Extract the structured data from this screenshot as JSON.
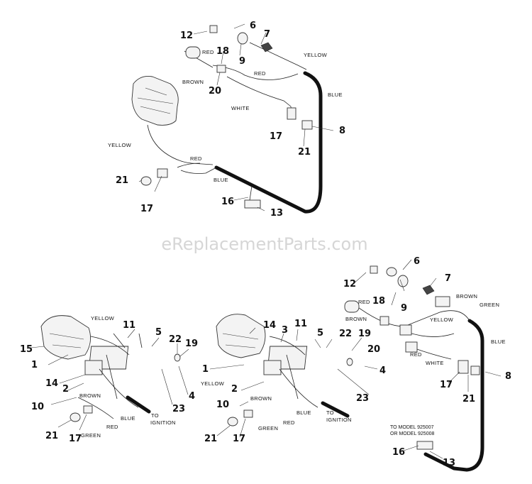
{
  "watermark": "eReplacementParts.com",
  "top_view": {
    "callouts": [
      "12",
      "6",
      "7",
      "9",
      "18",
      "20",
      "8",
      "17",
      "21",
      "21",
      "17",
      "16",
      "13"
    ],
    "wire_labels": [
      "RED",
      "BROWN",
      "YELLOW",
      "RED",
      "BLUE",
      "WHITE",
      "YELLOW",
      "RED",
      "BLUE"
    ]
  },
  "left_view": {
    "callouts": [
      "15",
      "1",
      "11",
      "5",
      "22",
      "19",
      "14",
      "2",
      "4",
      "23",
      "10",
      "21",
      "17"
    ],
    "wire_labels": [
      "YELLOW",
      "BROWN",
      "BLUE",
      "RED",
      "GREEN",
      "TO",
      "IGNITION"
    ]
  },
  "right_view": {
    "callouts": [
      "6",
      "12",
      "7",
      "18",
      "9",
      "14",
      "3",
      "11",
      "5",
      "22",
      "19",
      "20",
      "1",
      "4",
      "2",
      "23",
      "10",
      "8",
      "17",
      "21",
      "21",
      "17",
      "16",
      "13"
    ],
    "wire_labels": [
      "BROWN",
      "GREEN",
      "YELLOW",
      "BLUE",
      "RED",
      "WHITE",
      "BROWN",
      "YELLOW",
      "BLUE",
      "RED",
      "GREEN",
      "TO",
      "IGNITION",
      "RED",
      "BROWN"
    ],
    "model_note": [
      "TO MODEL 925007",
      "OR MODEL 925008"
    ]
  }
}
